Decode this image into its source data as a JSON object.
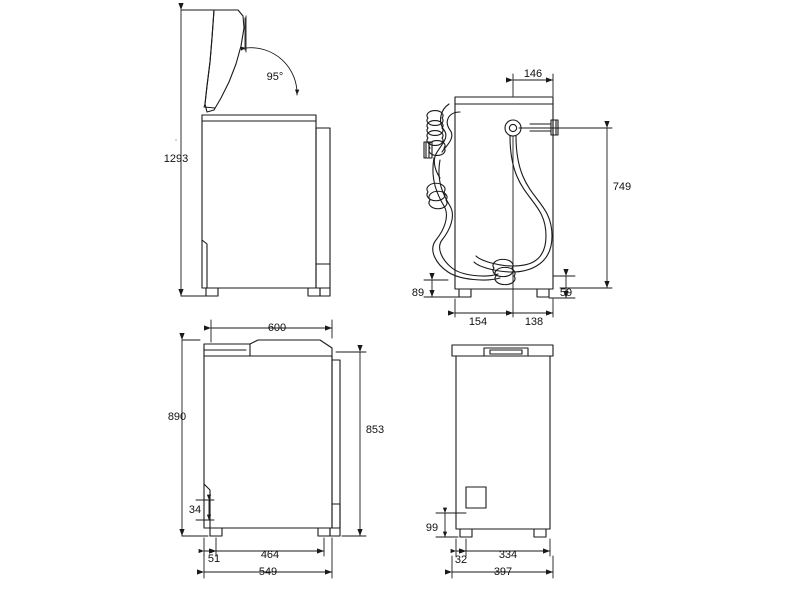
{
  "drawing": {
    "title": "Washing machine technical dimension drawing",
    "units": "mm",
    "line_color": "#1a1a1a",
    "background": "#ffffff",
    "views": [
      {
        "name": "side-view-lid-open",
        "position": "top-left",
        "labels": [
          {
            "id": "angle-95",
            "value": "95°"
          },
          {
            "id": "height-1293",
            "value": "1293"
          }
        ]
      },
      {
        "name": "rear-view-hoses",
        "position": "top-right",
        "labels": [
          {
            "id": "width-146",
            "value": "146"
          },
          {
            "id": "height-749",
            "value": "749"
          },
          {
            "id": "height-89",
            "value": "89"
          },
          {
            "id": "height-59",
            "value": "59"
          },
          {
            "id": "width-154",
            "value": "154"
          },
          {
            "id": "width-138",
            "value": "138"
          }
        ]
      },
      {
        "name": "side-view-closed",
        "position": "bottom-left",
        "labels": [
          {
            "id": "depth-600",
            "value": "600"
          },
          {
            "id": "height-890",
            "value": "890"
          },
          {
            "id": "height-853",
            "value": "853"
          },
          {
            "id": "height-34",
            "value": "34"
          },
          {
            "id": "depth-51",
            "value": "51"
          },
          {
            "id": "depth-464",
            "value": "464"
          },
          {
            "id": "depth-549",
            "value": "549"
          }
        ]
      },
      {
        "name": "front-view",
        "position": "bottom-right",
        "labels": [
          {
            "id": "height-99",
            "value": "99"
          },
          {
            "id": "width-32",
            "value": "32"
          },
          {
            "id": "width-334",
            "value": "334"
          },
          {
            "id": "width-397",
            "value": "397"
          }
        ]
      }
    ]
  },
  "labels": {
    "angle_95": "95°",
    "h_1293": "1293",
    "w_146": "146",
    "h_749": "749",
    "h_89": "89",
    "h_59": "59",
    "w_154": "154",
    "w_138": "138",
    "d_600": "600",
    "h_890": "890",
    "h_853": "853",
    "h_34": "34",
    "d_51": "51",
    "d_464": "464",
    "d_549": "549",
    "h_99": "99",
    "w_32": "32",
    "w_334": "334",
    "w_397": "397"
  }
}
